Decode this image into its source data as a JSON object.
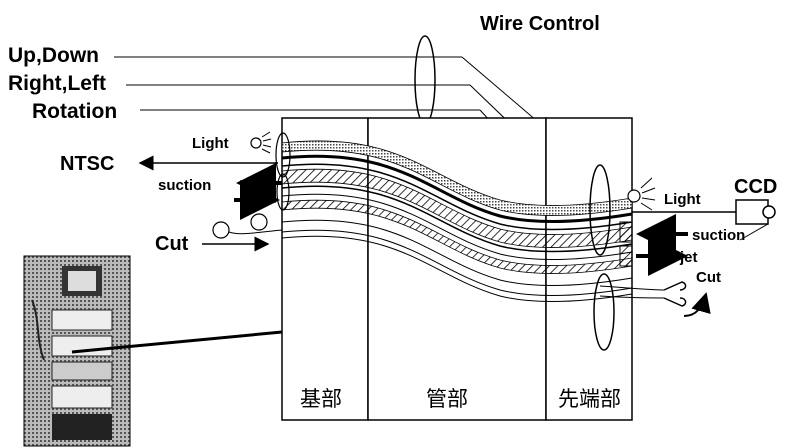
{
  "title": "Wire Control",
  "wire_labels": [
    "Up,Down",
    "Right,Left",
    "Rotation"
  ],
  "left_labels": {
    "light": "Light",
    "ntsc": "NTSC",
    "suction": "suction",
    "cut": "Cut"
  },
  "right_labels": {
    "ccd": "CCD",
    "light": "Light",
    "suction": "suction",
    "jet": "jet",
    "cut": "Cut"
  },
  "sections": [
    "基部",
    "管部",
    "先端部"
  ]
}
